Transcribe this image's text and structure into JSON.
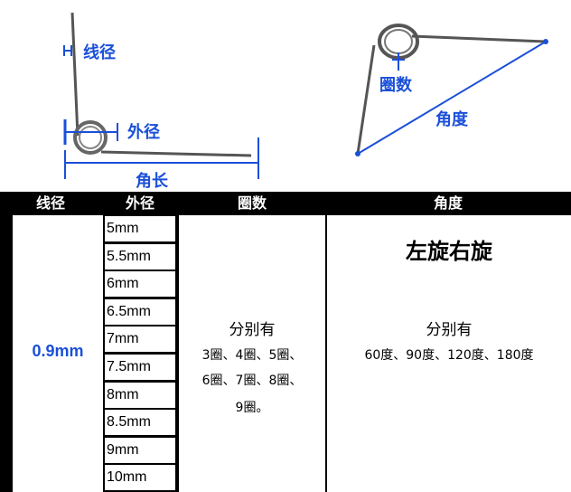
{
  "diagram": {
    "labels": {
      "wire_diameter": "线径",
      "outer_diameter": "外径",
      "leg_length": "角长",
      "coils": "圈数",
      "angle": "角度"
    },
    "accent_color": "#1a4fd8"
  },
  "table": {
    "headers": [
      "线径",
      "外径",
      "圈数",
      "角度"
    ],
    "wire_diameter": "0.9mm",
    "outer_diameters": [
      "5mm",
      "5.5mm",
      "6mm",
      "6.5mm",
      "7mm",
      "7.5mm",
      "8mm",
      "8.5mm",
      "9mm",
      "10mm"
    ],
    "coils": {
      "lead": "分别有",
      "line1": "3圈、4圈、5圈、",
      "line2": "6圈、7圈、8圈、",
      "line3": "9圈。"
    },
    "angle": {
      "title": "左旋右旋",
      "lead": "分别有",
      "values": "60度、90度、120度、180度"
    },
    "header_bg": "#000000",
    "value_color": "#1a4fd8"
  }
}
